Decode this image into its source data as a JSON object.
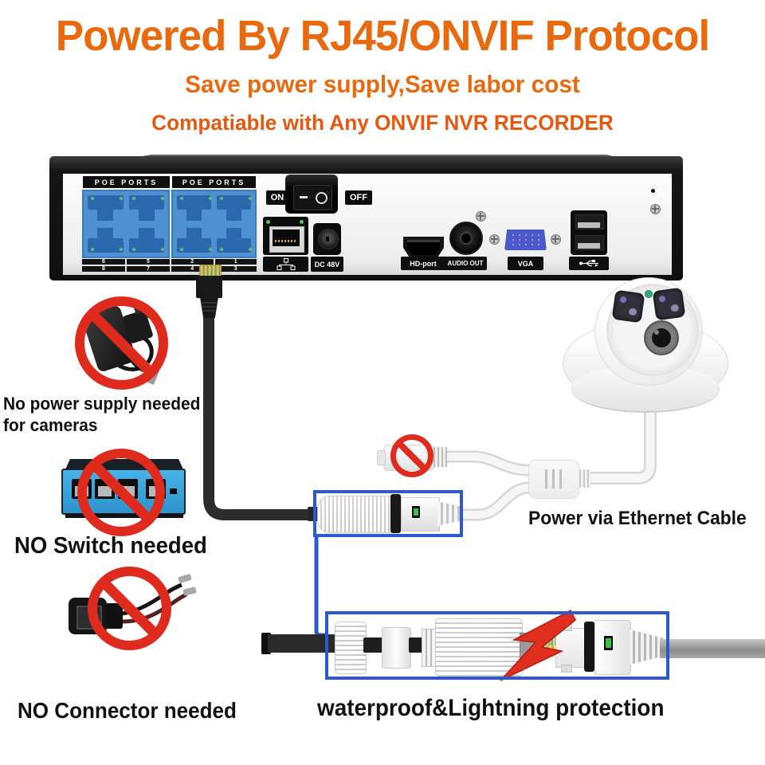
{
  "header": {
    "title": "Powered By RJ45/ONVIF Protocol",
    "subtitle": "Save power supply,Save labor cost",
    "compatibility": "Compatiable with Any ONVIF NVR RECORDER"
  },
  "nvr": {
    "poe_label": "POE PORTS",
    "poe_numbers": {
      "left": [
        "6",
        "5",
        "8",
        "7"
      ],
      "right": [
        "2",
        "1",
        "4",
        "3"
      ]
    },
    "power_switch": {
      "on": "ON",
      "off": "OFF"
    },
    "ports": {
      "dc": "DC 48V",
      "hdmi": "HD-port",
      "audio": "AUDIO OUT",
      "vga": "VGA"
    }
  },
  "annotations": {
    "no_power_supply_line1": "No power supply needed",
    "no_power_supply_line2": "for cameras",
    "no_switch": "NO Switch needed",
    "no_connector": "NO Connector needed",
    "power_via_ethernet": "Power via Ethernet Cable",
    "waterproof": "waterproof&Lightning protection"
  },
  "icons": {
    "lan_label": "network-nodes-icon",
    "usb_label": "usb-trident-icon",
    "prohibition": "no-symbol-icon",
    "lightning": "lightning-bolt-icon",
    "screw": "screw-head-icon"
  },
  "colors": {
    "title_orange": "#E8690E",
    "compat_orange_red": "#E7570E",
    "prohibition_red": "#DE2B1E",
    "highlight_box_blue": "#2B59D0",
    "poe_panel_blue": "#4F90D2",
    "switch_body_blue": "#3AA9E2",
    "text_black": "#111111"
  }
}
